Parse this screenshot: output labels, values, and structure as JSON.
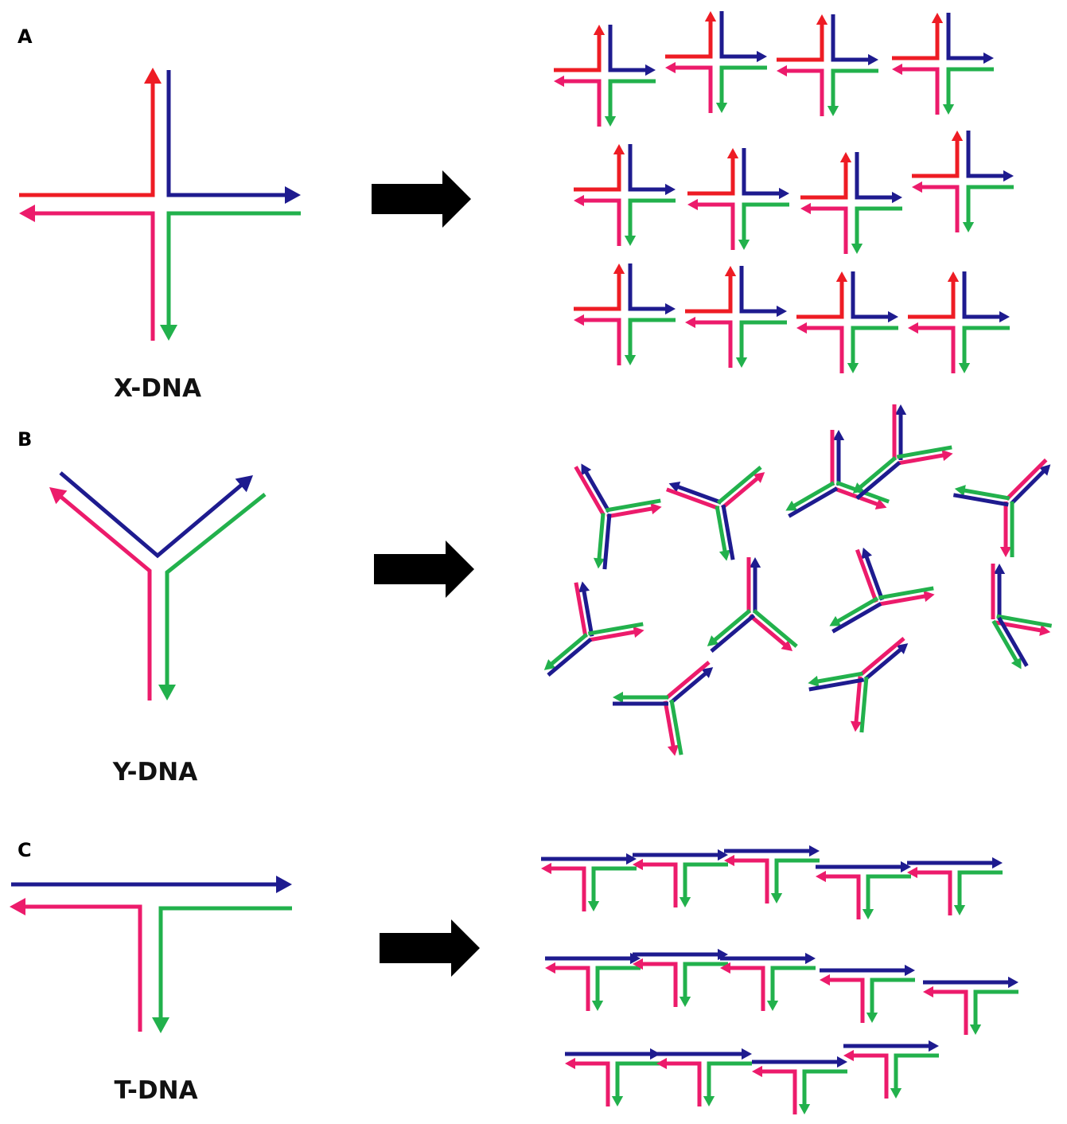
{
  "panels": [
    {
      "letter": "A",
      "label": "X-DNA"
    },
    {
      "letter": "B",
      "label": "Y-DNA"
    },
    {
      "letter": "C",
      "label": "T-DNA"
    }
  ],
  "colors": {
    "red": "#ee1c24",
    "pink": "#ec1b6b",
    "navy": "#1e1b8f",
    "green": "#22b14c",
    "arrow": "#000000"
  }
}
